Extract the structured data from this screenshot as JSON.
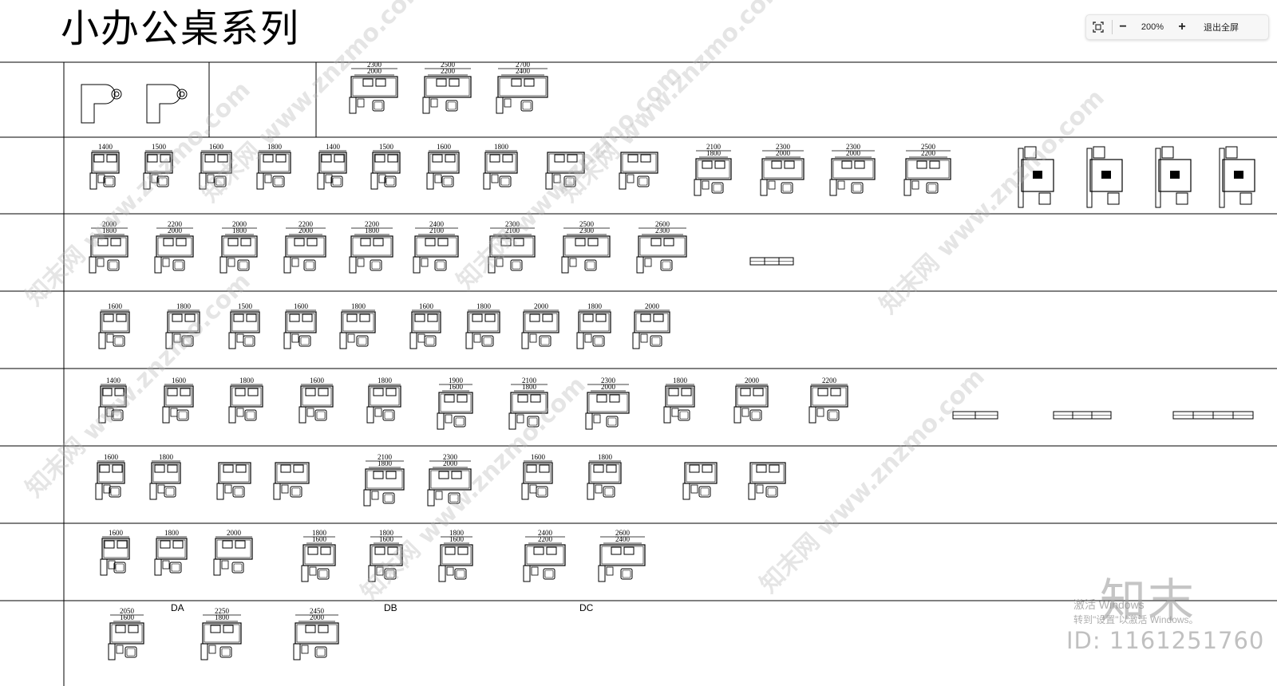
{
  "title": "小办公桌系列",
  "toolbar": {
    "fit_icon": "fit-screen-icon",
    "zoom_out_label": "−",
    "zoom_level": "200%",
    "zoom_in_label": "+",
    "exit_fullscreen_label": "退出全屏"
  },
  "watermark": {
    "site": "知末网 www.znzmo.com",
    "brand": "知末",
    "id": "ID: 1161251760"
  },
  "os_notice": {
    "line1": "激活 Windows",
    "line2": "转到\"设置\"以激活 Windows。"
  },
  "rows": [
    {
      "desks": [
        {
          "top": "2300",
          "bot": "2000"
        },
        {
          "top": "2500",
          "bot": "2200"
        },
        {
          "top": "2700",
          "bot": "2400"
        }
      ]
    },
    {
      "desks": [
        {
          "top": "1400",
          "bot": ""
        },
        {
          "top": "1500",
          "bot": ""
        },
        {
          "top": "1600",
          "bot": ""
        },
        {
          "top": "1800",
          "bot": ""
        },
        {
          "top": "1400",
          "bot": ""
        },
        {
          "top": "1500",
          "bot": ""
        },
        {
          "top": "1600",
          "bot": ""
        },
        {
          "top": "1800",
          "bot": ""
        },
        {
          "top": "",
          "bot": ""
        },
        {
          "top": "",
          "bot": ""
        },
        {
          "top": "2100",
          "bot": "1800"
        },
        {
          "top": "2300",
          "bot": "2000"
        },
        {
          "top": "2300",
          "bot": "2000"
        },
        {
          "top": "2500",
          "bot": "2200"
        }
      ]
    },
    {
      "desks": [
        {
          "top": "2000",
          "bot": "1800"
        },
        {
          "top": "2200",
          "bot": "2000"
        },
        {
          "top": "2000",
          "bot": "1800"
        },
        {
          "top": "2200",
          "bot": "2000"
        },
        {
          "top": "2200",
          "bot": "1800"
        },
        {
          "top": "2400",
          "bot": "2100"
        },
        {
          "top": "2300",
          "bot": "2100"
        },
        {
          "top": "2500",
          "bot": "2300"
        },
        {
          "top": "2600",
          "bot": "2300"
        }
      ]
    },
    {
      "desks": [
        {
          "top": "1600",
          "bot": ""
        },
        {
          "top": "1800",
          "bot": ""
        },
        {
          "top": "1500",
          "bot": ""
        },
        {
          "top": "1600",
          "bot": ""
        },
        {
          "top": "1800",
          "bot": ""
        },
        {
          "top": "1600",
          "bot": ""
        },
        {
          "top": "1800",
          "bot": ""
        },
        {
          "top": "2000",
          "bot": ""
        },
        {
          "top": "1800",
          "bot": ""
        },
        {
          "top": "2000",
          "bot": ""
        }
      ]
    },
    {
      "desks": [
        {
          "top": "1400",
          "bot": ""
        },
        {
          "top": "1600",
          "bot": ""
        },
        {
          "top": "1800",
          "bot": ""
        },
        {
          "top": "1600",
          "bot": ""
        },
        {
          "top": "1800",
          "bot": ""
        },
        {
          "top": "1900",
          "bot": "1600"
        },
        {
          "top": "2100",
          "bot": "1800"
        },
        {
          "top": "2300",
          "bot": "2000"
        },
        {
          "top": "1800",
          "bot": ""
        },
        {
          "top": "2000",
          "bot": ""
        },
        {
          "top": "2200",
          "bot": ""
        }
      ]
    },
    {
      "desks": [
        {
          "top": "1600",
          "bot": ""
        },
        {
          "top": "1800",
          "bot": ""
        },
        {
          "top": "",
          "bot": ""
        },
        {
          "top": "",
          "bot": ""
        },
        {
          "top": "2100",
          "bot": "1800"
        },
        {
          "top": "2300",
          "bot": "2000"
        },
        {
          "top": "1600",
          "bot": ""
        },
        {
          "top": "1800",
          "bot": ""
        },
        {
          "top": "",
          "bot": ""
        },
        {
          "top": "",
          "bot": ""
        }
      ]
    },
    {
      "desks": [
        {
          "top": "1600",
          "bot": ""
        },
        {
          "top": "1800",
          "bot": ""
        },
        {
          "top": "2000",
          "bot": ""
        },
        {
          "top": "1800",
          "bot": "1600"
        },
        {
          "top": "1800",
          "bot": "1600"
        },
        {
          "top": "1800",
          "bot": "1600"
        },
        {
          "top": "2400",
          "bot": "2200"
        },
        {
          "top": "2600",
          "bot": "2400"
        }
      ],
      "labels": [
        "DA",
        "DB",
        "DC"
      ]
    },
    {
      "desks": [
        {
          "top": "2050",
          "bot": "1600"
        },
        {
          "top": "2250",
          "bot": "1800"
        },
        {
          "top": "2450",
          "bot": "2000"
        }
      ]
    }
  ]
}
